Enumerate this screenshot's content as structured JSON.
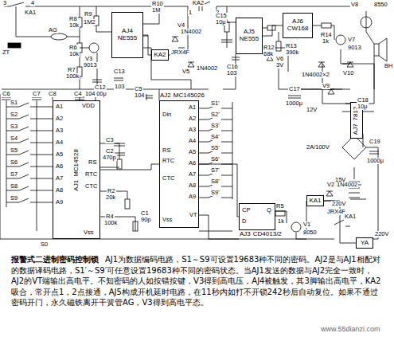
{
  "diagram": {
    "title": "报警式二进制密码控制锁",
    "caption": "AJ1为数据编码电路，S1～S9可设置19683种不同的密码。AJ2是与AJ1相配对的数据译码电路，S1′～S9′可任意设置19683种不同的密码状态。当AJ1发送的数据与AJ2完全一致时，AJ2的VT端输出高电平。不知密码的人如按错按键，V3得到高电压，AJ4被触发，其3脚输出高电平，KA2吸合，常开点1，2点接通，AJ5构成开机延时电路，在11秒内如打不开锁242秒后自动复位。如果不通过密码开门，永久磁铁离开干簧管AG，V3得到高电平态。",
    "nodes": [
      {
        "text": [
          "AJ4",
          "NE555"
        ]
      },
      {
        "text": [
          "KA2"
        ]
      },
      {
        "text": [
          "AJ5",
          "NE555"
        ]
      },
      {
        "text": [
          "AJ6",
          "CW168"
        ]
      },
      {
        "text": [
          "AJ1",
          "MC14528"
        ]
      },
      {
        "text": [
          "AJ2",
          "MC145026"
        ]
      },
      {
        "text": [
          "AJ7",
          "7812"
        ]
      },
      {
        "text": [
          "AJ3",
          "CD4013/2"
        ]
      },
      {
        "text": [
          "KA1"
        ]
      },
      {
        "text": [
          "YA"
        ]
      }
    ],
    "edges": [
      {
        "from": 0,
        "to": 1,
        "arrow": "none"
      },
      {
        "from": 2,
        "to": 3,
        "arrow": "none"
      },
      {
        "from": 4,
        "to": 5,
        "arrow": "none"
      },
      {
        "from": 5,
        "to": 7,
        "arrow": "none"
      },
      {
        "from": 8,
        "to": 9,
        "arrow": "none"
      }
    ],
    "labels": [
      "3",
      "4",
      "KA1",
      "AG",
      "ZT",
      "R8",
      "10k",
      "R9",
      "1M2",
      "R10",
      "1M",
      "V4",
      "1N4002",
      "KA2",
      "1",
      "2",
      "R6",
      "10k",
      "V3",
      "9013",
      "R7",
      "100k",
      "C12",
      "100μ",
      "C13",
      "103",
      "JRX4F",
      "V5",
      "1N4002",
      "C15",
      "10μ",
      "C16",
      "103",
      "V6",
      "3V",
      "R12",
      "68k",
      "R13",
      "390k",
      "R14",
      "1k",
      "V7",
      "9013",
      "V8",
      "8550",
      "BH",
      "1N4002×2",
      "V10",
      "V9",
      "C17",
      "1000μ",
      "12V",
      "C18",
      "10μ",
      "2A/100V",
      "C19",
      "1000μ",
      "15V",
      "220V",
      "C6",
      "C7",
      "C8",
      "C4",
      "104",
      "C5",
      "104",
      "S1",
      "S2",
      "S3",
      "S4",
      "S5",
      "S6",
      "S7",
      "S8",
      "S9",
      "S0",
      "VDD",
      "A1",
      "A2",
      "A3",
      "A4",
      "A5",
      "A6",
      "A7",
      "A8",
      "A9",
      "RS",
      "RTC",
      "CTC",
      "Vss",
      "C3",
      "C2",
      "470p",
      "R2",
      "20k",
      "R4",
      "100k",
      "C1",
      "90p",
      "Din",
      "RS",
      "RTC",
      "CTC",
      "Vss",
      "A1",
      "A2",
      "A3",
      "A4",
      "A5",
      "A6",
      "A7",
      "A8",
      "A9",
      "VT",
      "S1'",
      "S2'",
      "S3'",
      "S4'",
      "S5'",
      "S6'",
      "S7'",
      "S8'",
      "S9'",
      "R5",
      "1k",
      "V2",
      "1N4002",
      "JRX4F",
      "V1",
      "8050",
      "CP",
      "D",
      "Q",
      "KA1",
      "220V",
      "www.55dianzi.com"
    ]
  }
}
